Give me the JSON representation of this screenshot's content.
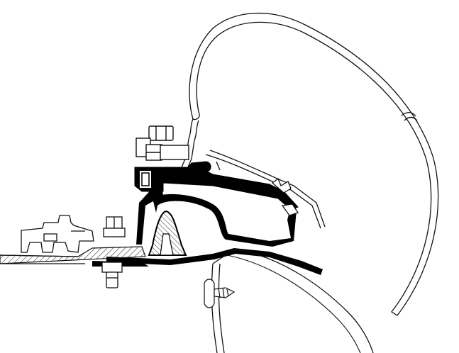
{
  "diagram": {
    "kind": "technical cross-section line drawing",
    "colors": {
      "background": "#ffffff",
      "line": "#111111",
      "fill_dark": "#000000",
      "hatch": "#222222",
      "light_fill": "#f4f4f4"
    },
    "components": [
      {
        "id": "awning-case",
        "icon": "awning-case-profile"
      },
      {
        "id": "mounting-adapter",
        "icon": "black-bracket-profile"
      },
      {
        "id": "clamp-bolts",
        "icon": "hex-bolt"
      },
      {
        "id": "roof-panel",
        "icon": "hatched-roof-section"
      },
      {
        "id": "side-wall",
        "icon": "curved-wall-section"
      },
      {
        "id": "roof-rail",
        "icon": "rail-profile"
      },
      {
        "id": "self-tapping-screw",
        "icon": "screw"
      }
    ]
  }
}
